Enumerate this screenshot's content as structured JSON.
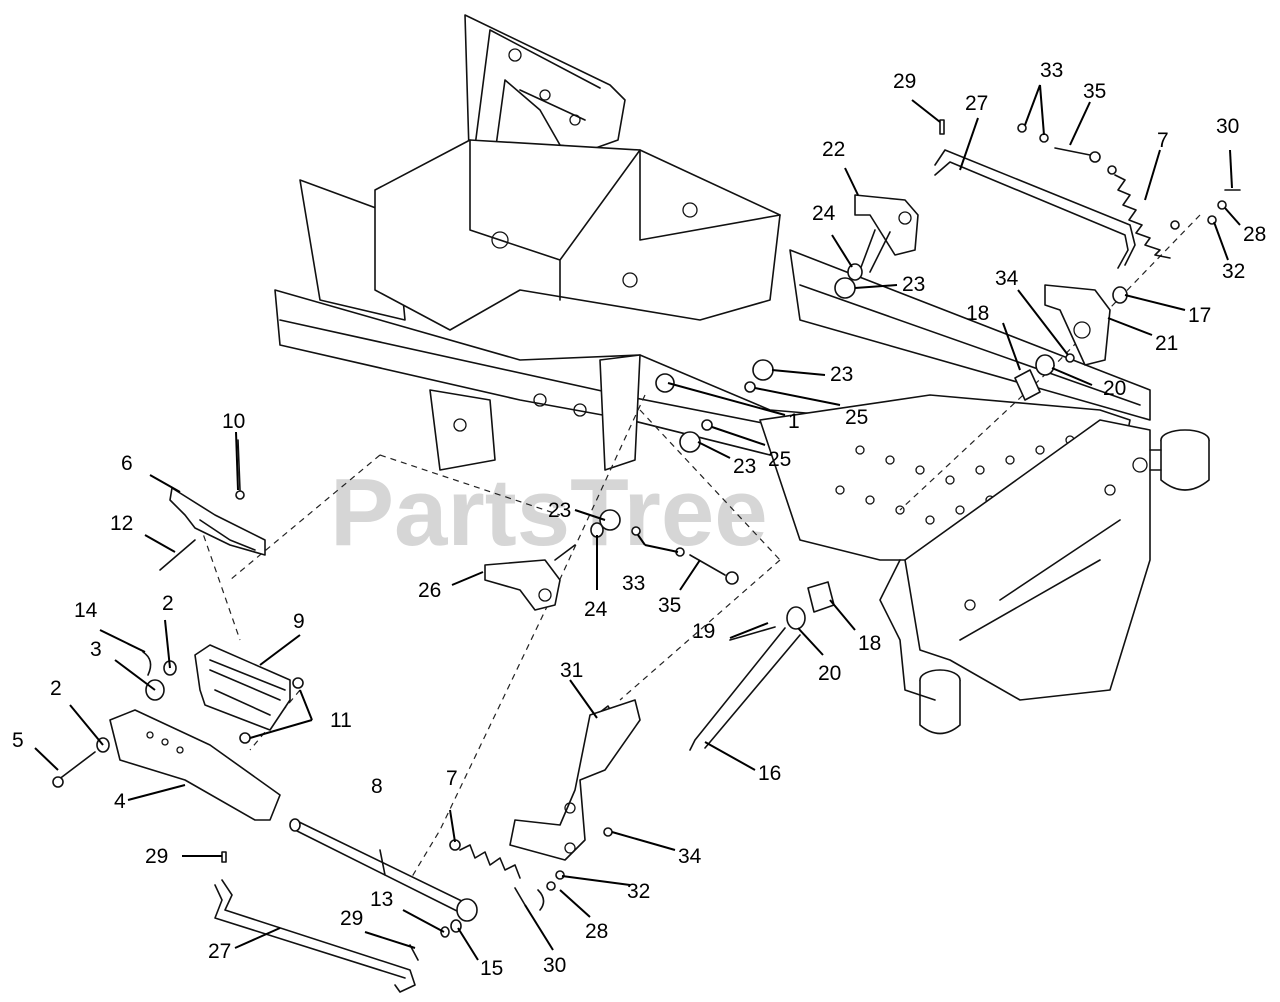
{
  "watermark": "PartsTree",
  "callouts": [
    {
      "id": "c1",
      "label": "1"
    },
    {
      "id": "c2a",
      "label": "2"
    },
    {
      "id": "c2b",
      "label": "2"
    },
    {
      "id": "c3",
      "label": "3"
    },
    {
      "id": "c4",
      "label": "4"
    },
    {
      "id": "c5",
      "label": "5"
    },
    {
      "id": "c6",
      "label": "6"
    },
    {
      "id": "c7a",
      "label": "7"
    },
    {
      "id": "c7b",
      "label": "7"
    },
    {
      "id": "c8",
      "label": "8"
    },
    {
      "id": "c9",
      "label": "9"
    },
    {
      "id": "c10",
      "label": "10"
    },
    {
      "id": "c11",
      "label": "11"
    },
    {
      "id": "c12",
      "label": "12"
    },
    {
      "id": "c13",
      "label": "13"
    },
    {
      "id": "c14",
      "label": "14"
    },
    {
      "id": "c15",
      "label": "15"
    },
    {
      "id": "c16",
      "label": "16"
    },
    {
      "id": "c17",
      "label": "17"
    },
    {
      "id": "c18a",
      "label": "18"
    },
    {
      "id": "c18b",
      "label": "18"
    },
    {
      "id": "c19",
      "label": "19"
    },
    {
      "id": "c20a",
      "label": "20"
    },
    {
      "id": "c20b",
      "label": "20"
    },
    {
      "id": "c21",
      "label": "21"
    },
    {
      "id": "c22",
      "label": "22"
    },
    {
      "id": "c23a",
      "label": "23"
    },
    {
      "id": "c23b",
      "label": "23"
    },
    {
      "id": "c23c",
      "label": "23"
    },
    {
      "id": "c23d",
      "label": "23"
    },
    {
      "id": "c24a",
      "label": "24"
    },
    {
      "id": "c24b",
      "label": "24"
    },
    {
      "id": "c25a",
      "label": "25"
    },
    {
      "id": "c25b",
      "label": "25"
    },
    {
      "id": "c26",
      "label": "26"
    },
    {
      "id": "c27a",
      "label": "27"
    },
    {
      "id": "c27b",
      "label": "27"
    },
    {
      "id": "c28a",
      "label": "28"
    },
    {
      "id": "c28b",
      "label": "28"
    },
    {
      "id": "c29a",
      "label": "29"
    },
    {
      "id": "c29b",
      "label": "29"
    },
    {
      "id": "c29c",
      "label": "29"
    },
    {
      "id": "c30a",
      "label": "30"
    },
    {
      "id": "c30b",
      "label": "30"
    },
    {
      "id": "c31",
      "label": "31"
    },
    {
      "id": "c32a",
      "label": "32"
    },
    {
      "id": "c32b",
      "label": "32"
    },
    {
      "id": "c33a",
      "label": "33"
    },
    {
      "id": "c33b",
      "label": "33"
    },
    {
      "id": "c34a",
      "label": "34"
    },
    {
      "id": "c34b",
      "label": "34"
    },
    {
      "id": "c35a",
      "label": "35"
    },
    {
      "id": "c35b",
      "label": "35"
    }
  ]
}
